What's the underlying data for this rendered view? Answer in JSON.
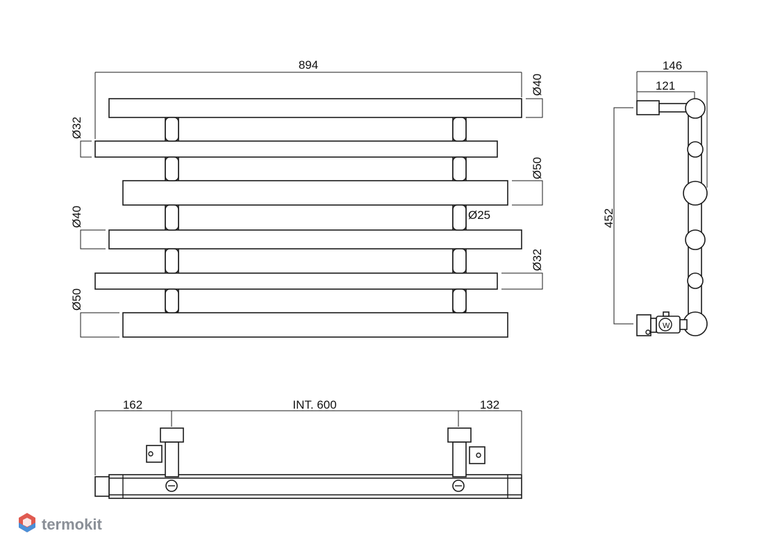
{
  "front_view": {
    "overall_width": "894",
    "dia_top_right": "Ø40",
    "dia_left_upper": "Ø32",
    "dia_right_mid": "Ø50",
    "dia_post": "Ø25",
    "dia_left_lower": "Ø40",
    "dia_right_lower": "Ø32",
    "dia_left_bottom": "Ø50"
  },
  "side_view": {
    "depth_total": "146",
    "depth_inner": "121",
    "height": "452",
    "valve_mark": "W"
  },
  "top_view": {
    "left_offset": "162",
    "interaxis": "INT. 600",
    "right_offset": "132"
  },
  "brand": {
    "name": "termokit",
    "colors": {
      "logo_red": "#e05a50",
      "logo_blue": "#4a90d9",
      "text": "#8a8f97"
    }
  }
}
